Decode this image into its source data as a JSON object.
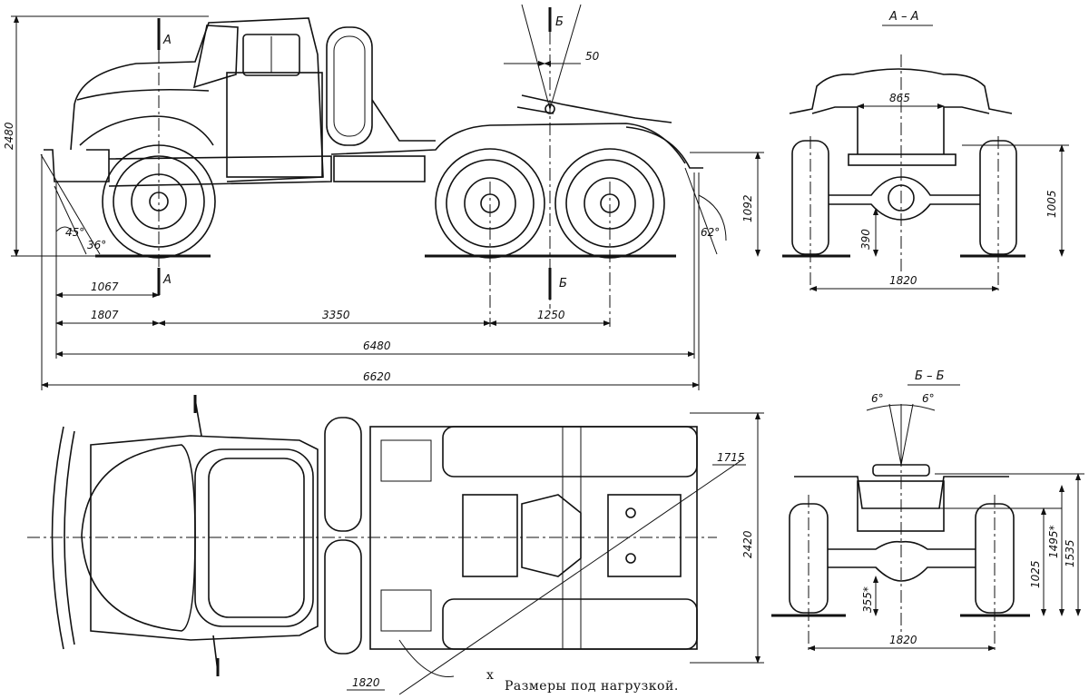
{
  "side_view": {
    "section_a_top": "А",
    "section_a_bottom": "А",
    "section_b_top": "Б",
    "section_b_bottom": "Б",
    "dim_height": "2480",
    "dim_1067": "1067",
    "dim_1807": "1807",
    "dim_3350": "3350",
    "dim_1250": "1250",
    "dim_6480": "6480",
    "dim_6620": "6620",
    "dim_50": "50",
    "dim_1092": "1092",
    "angle_45": "45°",
    "angle_36": "36°",
    "angle_62": "62°"
  },
  "section_aa": {
    "title": "А – А",
    "dim_865": "865",
    "dim_1005": "1005",
    "dim_390": "390",
    "dim_1820": "1820"
  },
  "section_bb": {
    "title": "Б – Б",
    "angle_left": "6°",
    "angle_right": "6°",
    "dim_1495": "1495*",
    "dim_1535": "1535",
    "dim_1025": "1025",
    "dim_355": "355*",
    "dim_1820": "1820"
  },
  "top_view": {
    "dim_1715": "1715",
    "dim_2420": "2420",
    "dim_1820": "1820"
  },
  "caption": {
    "mark": "х",
    "text": "Размеры под нагрузкой."
  }
}
